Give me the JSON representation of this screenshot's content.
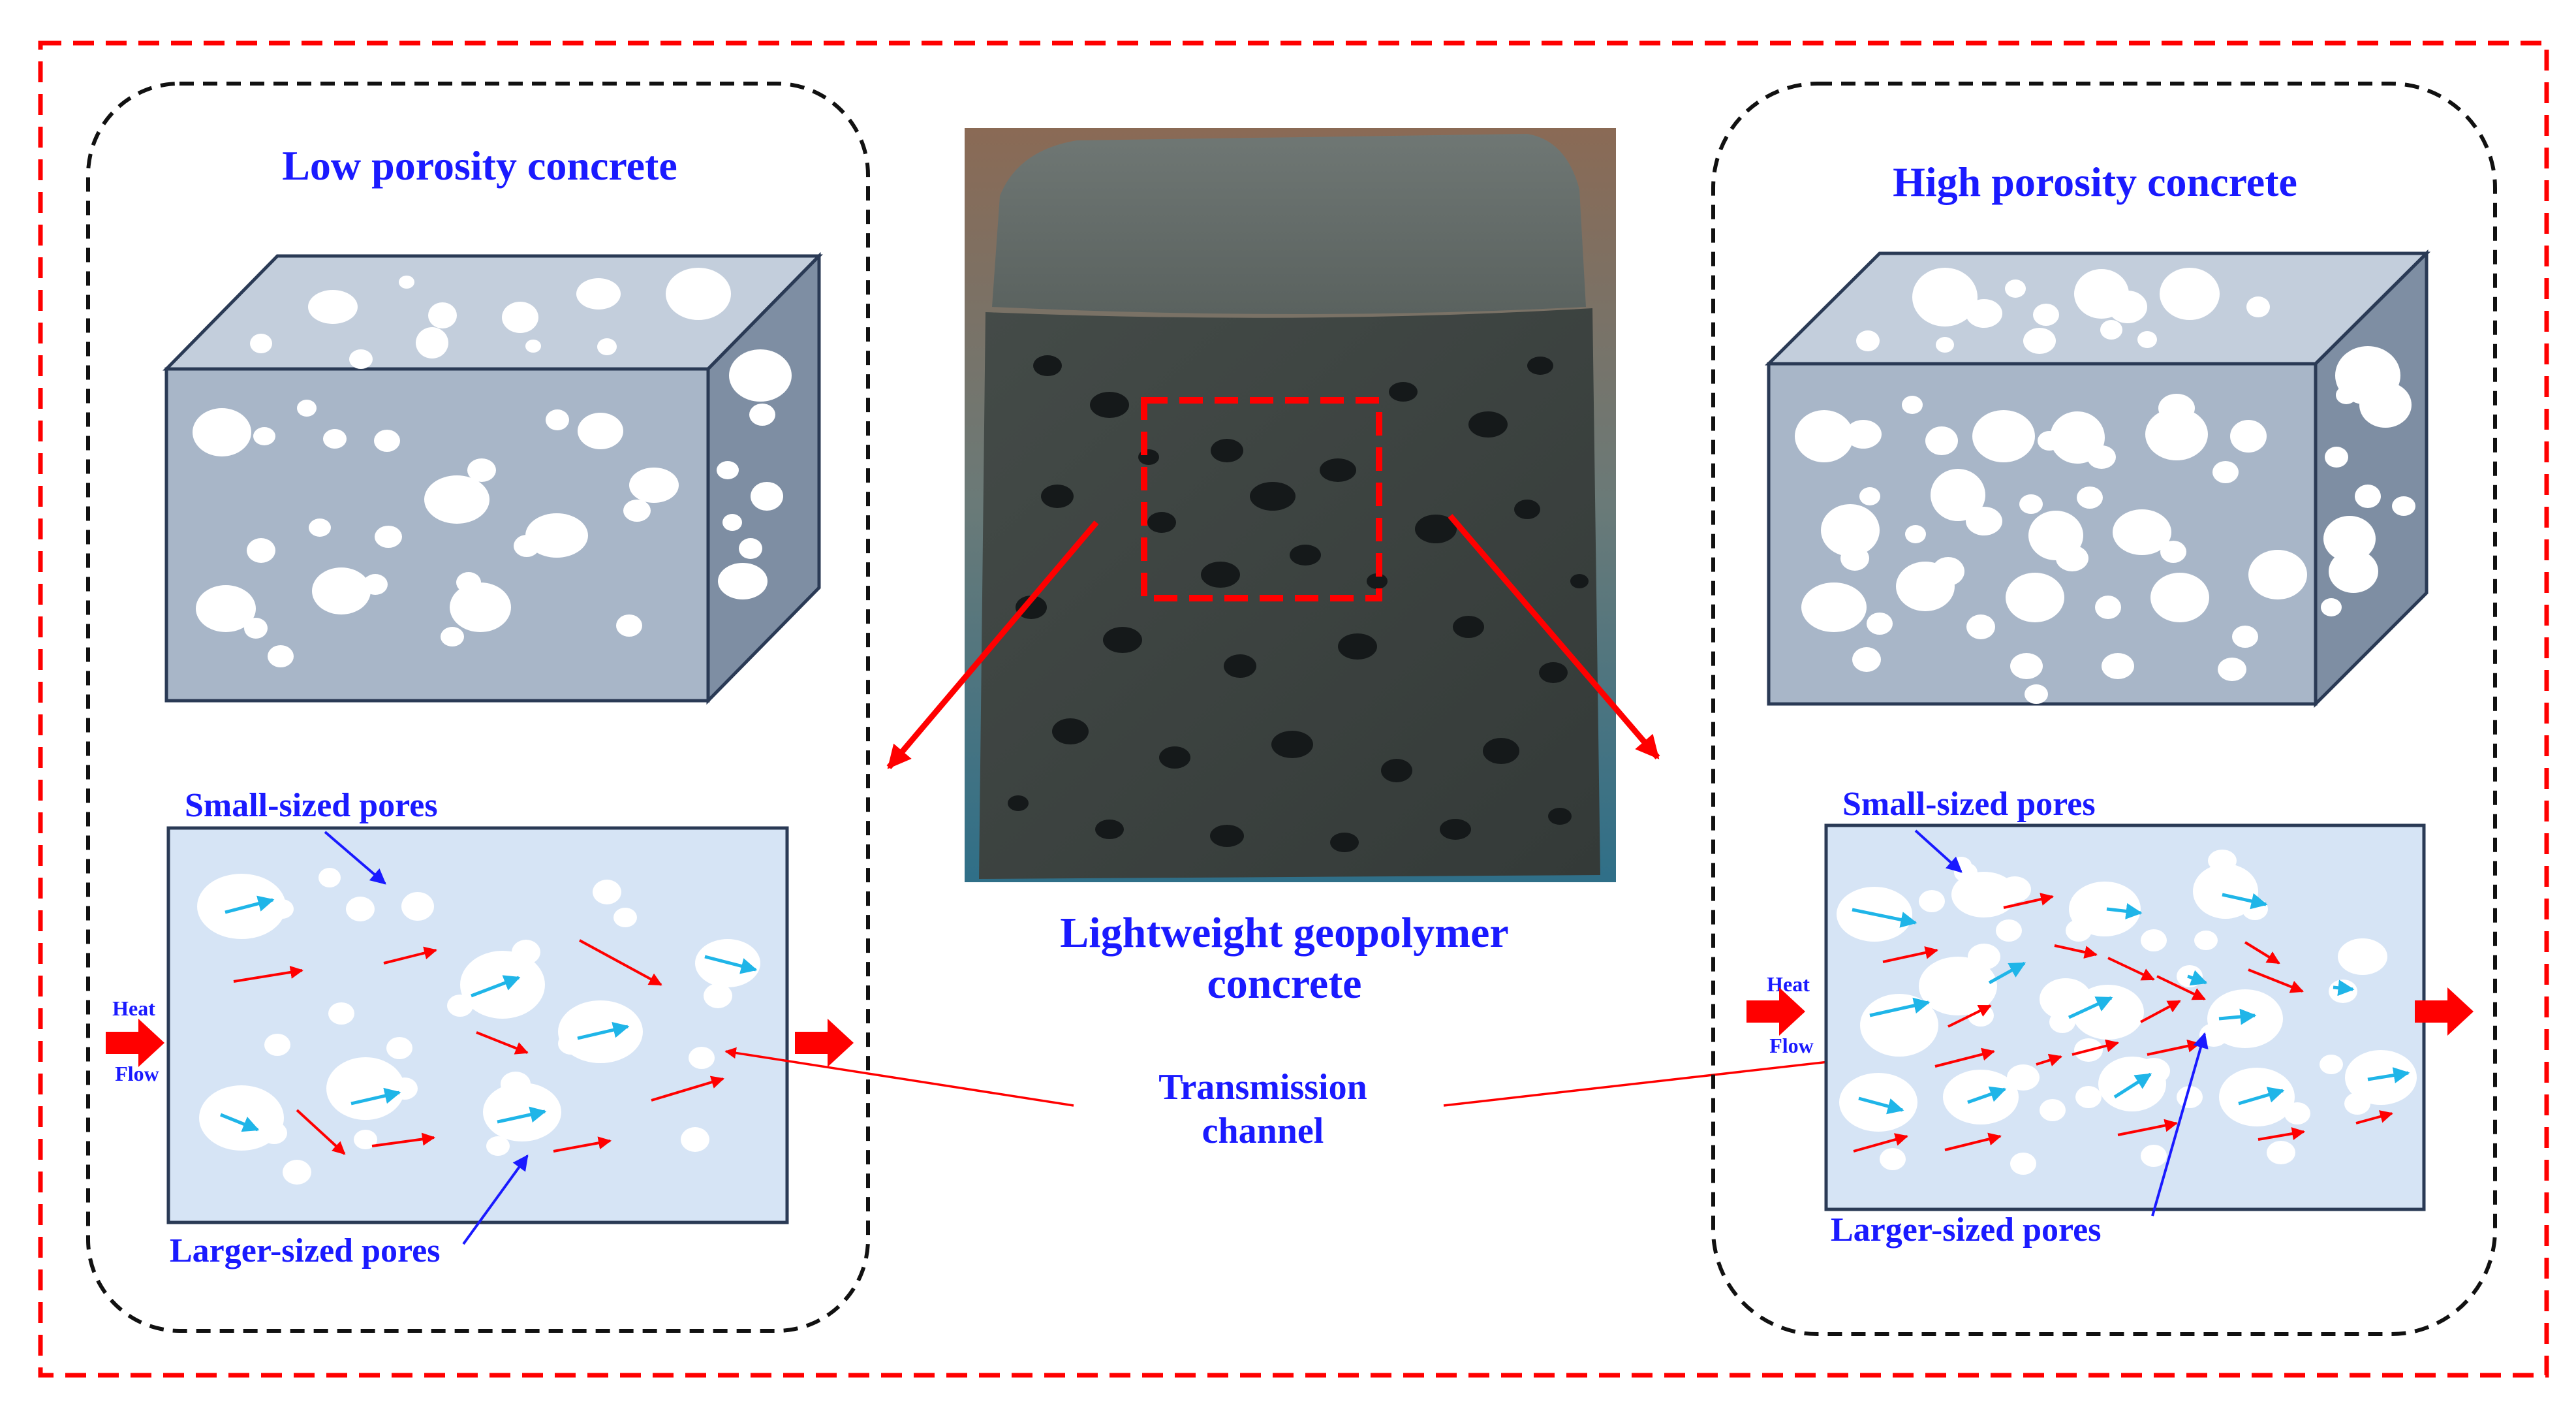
{
  "left_panel": {
    "title": "Low porosity concrete",
    "small_pores_label": "Small-sized pores",
    "large_pores_label": "Larger-sized pores",
    "heat_label_line1": "Heat",
    "heat_label_line2": "Flow"
  },
  "right_panel": {
    "title": "High porosity concrete",
    "small_pores_label": "Small-sized pores",
    "large_pores_label": "Larger-sized pores",
    "heat_label_line1": "Heat",
    "heat_label_line2": "Flow"
  },
  "center": {
    "caption_line1": "Lightweight geopolymer",
    "caption_line2": "concrete",
    "transmission_line1": "Transmission",
    "transmission_line2": "channel"
  },
  "colors": {
    "frame_red": "#ff0000",
    "title_blue": "#1a1aff",
    "cube_front": "#a8b6c8",
    "cube_top": "#c3cedc",
    "cube_side": "#7e8ea3",
    "cross_section": "#d6e4f5",
    "heat_arrow": "#ff0000",
    "flow_arrow": "#1fb5e8",
    "specimen_dark": "#3c4340"
  }
}
